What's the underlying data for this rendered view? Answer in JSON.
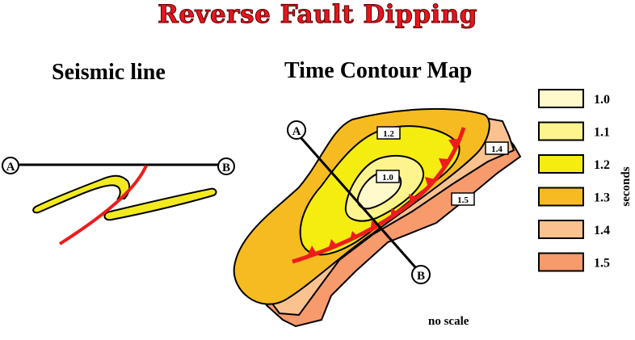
{
  "title": "Reverse Fault Dipping",
  "left_panel": {
    "heading": "Seismic line",
    "point_a": "A",
    "point_b": "B"
  },
  "right_panel": {
    "heading": "Time Contour Map",
    "point_a": "A",
    "point_b": "B",
    "contour_labels": {
      "c10": "1.0",
      "c12": "1.2",
      "c14": "1.4",
      "c15": "1.5"
    },
    "note": "no scale"
  },
  "legend": {
    "unit": "seconds",
    "items": [
      {
        "label": "1.0",
        "color": "#fff9cc"
      },
      {
        "label": "1.1",
        "color": "#fef48e"
      },
      {
        "label": "1.2",
        "color": "#f5ec10"
      },
      {
        "label": "1.3",
        "color": "#f7bb22"
      },
      {
        "label": "1.4",
        "color": "#fbc290"
      },
      {
        "label": "1.5",
        "color": "#f79a6c"
      }
    ]
  },
  "colors": {
    "title_red": "#e8141e",
    "fault_red": "#ee1c1c",
    "horizon_yellow": "#f2ea1e",
    "outline": "#000000"
  }
}
